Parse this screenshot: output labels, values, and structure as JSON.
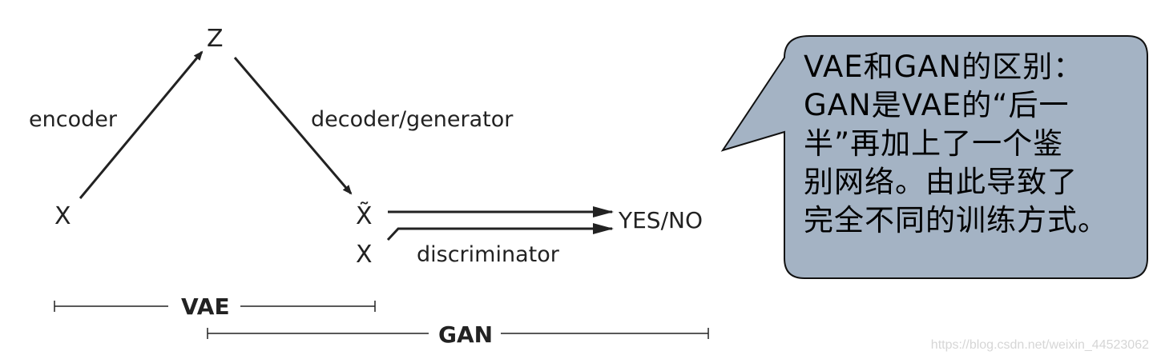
{
  "diagram": {
    "nodes": {
      "z": "Z",
      "x_input": "X",
      "x_tilde": "X̃",
      "x_real": "X",
      "output": "YES/NO"
    },
    "edges": {
      "encoder": "encoder",
      "decoder": "decoder/generator",
      "discriminator": "discriminator"
    },
    "spans": {
      "vae": "VAE",
      "gan": "GAN"
    }
  },
  "callout": {
    "lines": [
      "VAE和GAN的区别：",
      "GAN是VAE的“后一",
      "半”再加上了一个鉴",
      "别网络。由此导致了",
      "完全不同的训练方式。"
    ],
    "fill": "#a4b3c4",
    "stroke": "#111111"
  },
  "watermark": "https://blog.csdn.net/weixin_44523062"
}
